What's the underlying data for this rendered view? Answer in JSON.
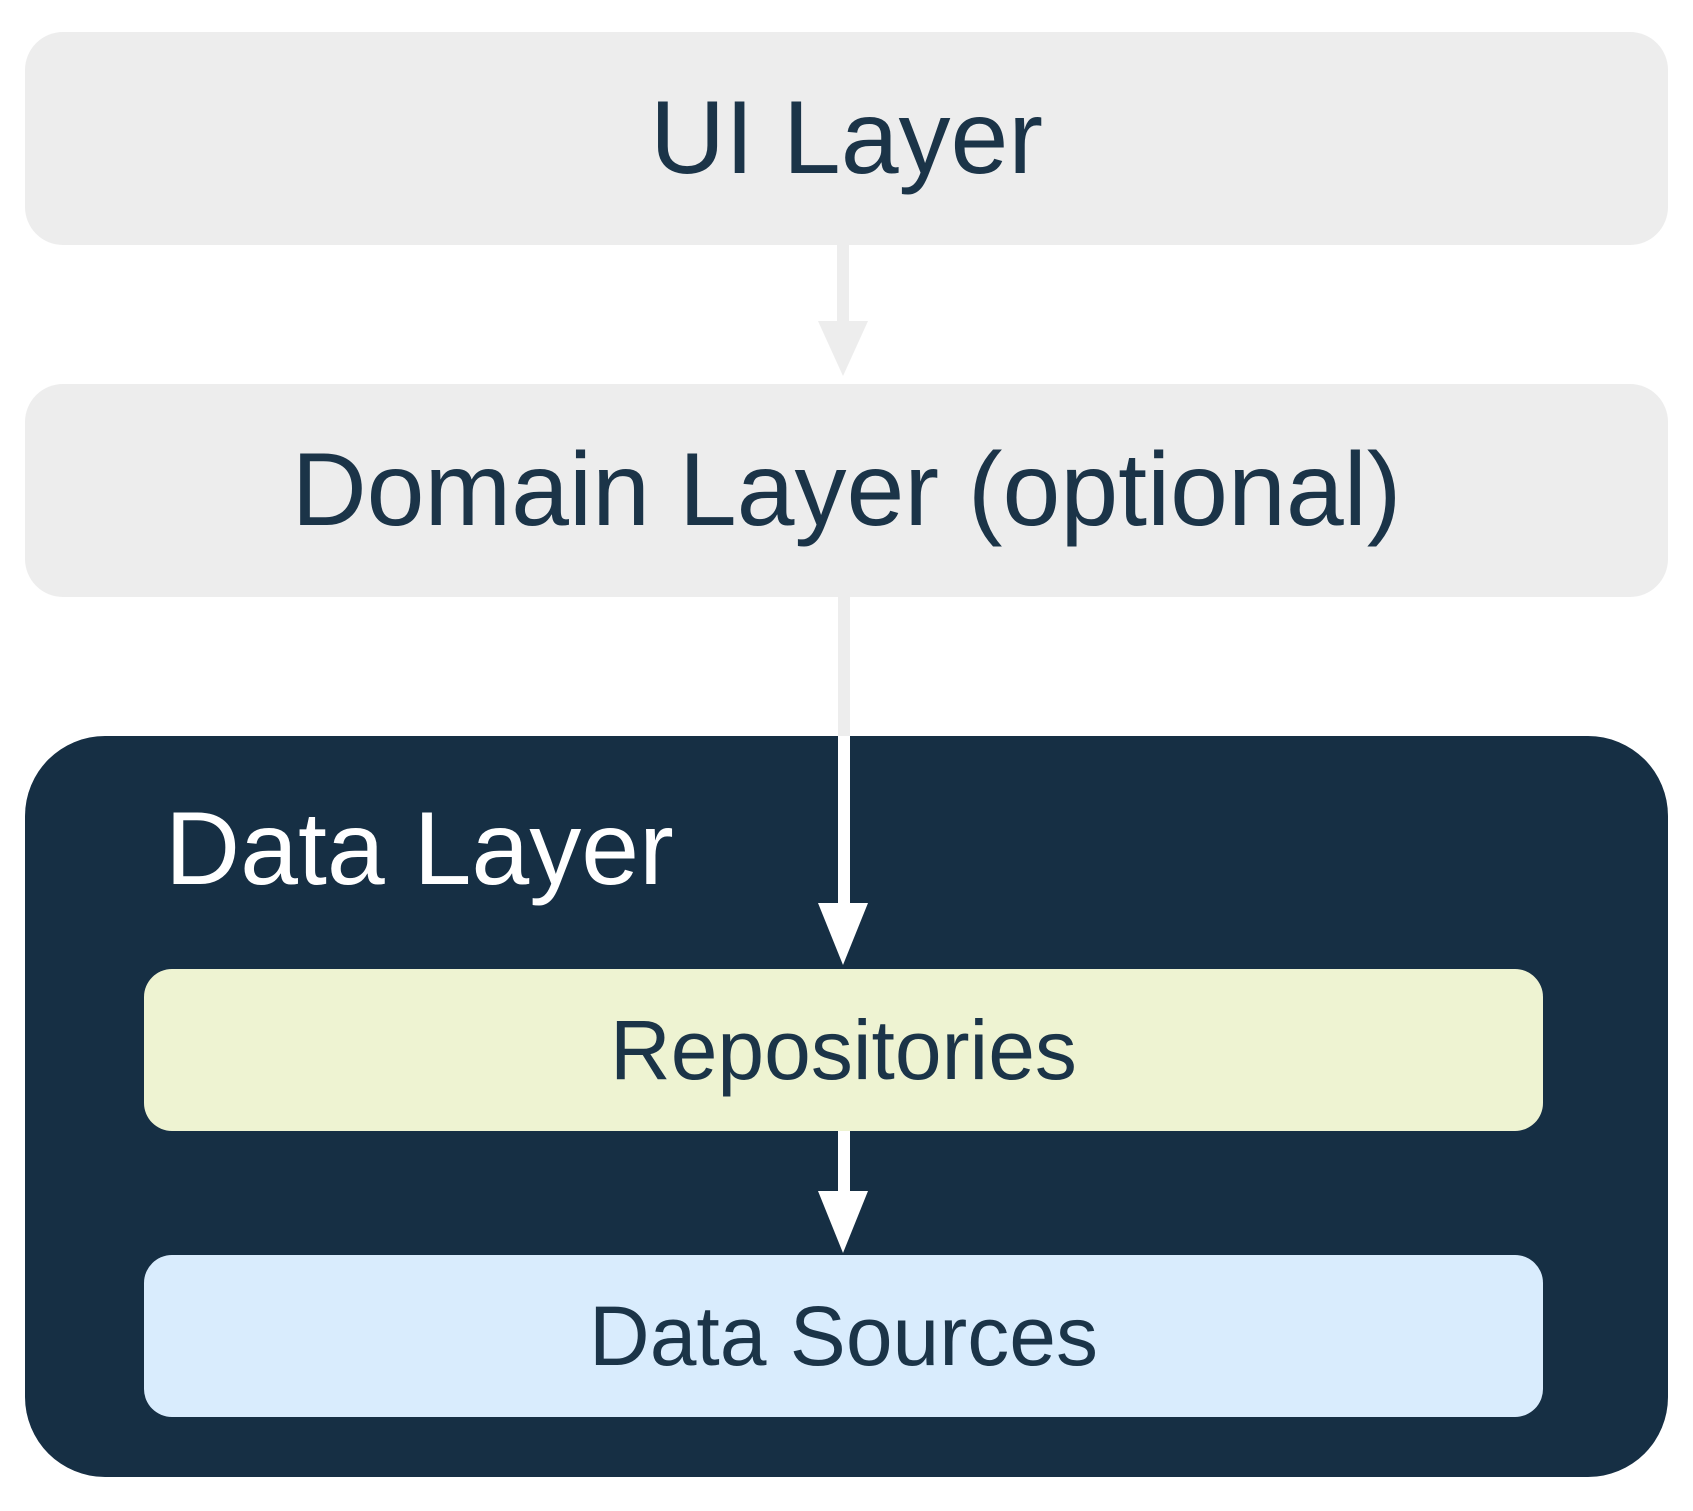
{
  "nodes": {
    "ui_layer": {
      "label": "UI Layer"
    },
    "domain_layer": {
      "label": "Domain Layer (optional)"
    },
    "data_layer": {
      "label": "Data Layer"
    },
    "repositories": {
      "label": "Repositories"
    },
    "data_sources": {
      "label": "Data Sources"
    }
  },
  "colors": {
    "background": "#ffffff",
    "layer_box_gray": "#ededed",
    "data_layer_navy": "#162f44",
    "repositories_yellow": "#eef3d2",
    "data_sources_blue": "#d9ecfd",
    "text_dark_navy": "#1b3448",
    "text_white": "#ffffff",
    "arrow_gray": "#ededed",
    "arrow_white": "#ffffff"
  }
}
